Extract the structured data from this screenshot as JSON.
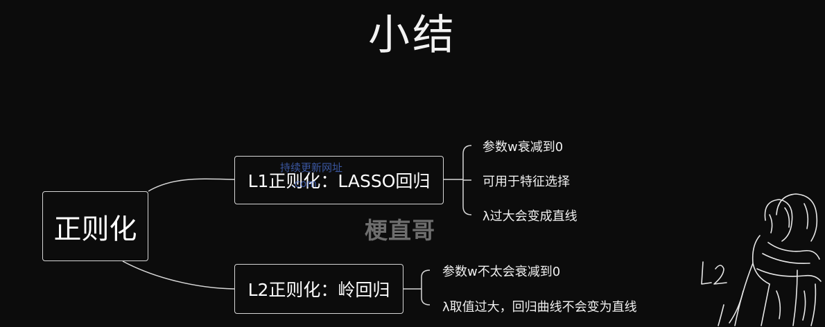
{
  "title": "小结",
  "root": {
    "label": "正则化"
  },
  "branches": [
    {
      "label": "L1正则化：LASSO回归",
      "points": [
        "参数w衰减到0",
        "可用于特征选择",
        "λ过大会变成直线"
      ]
    },
    {
      "label": "L2正则化：岭回归",
      "points": [
        "参数w不太会衰减到0",
        "λ取值过大，回归曲线不会变为直线"
      ]
    }
  ],
  "watermarks": {
    "overlay_line1": "持续更新网址",
    "overlay_line2": ".com",
    "author": "梗直哥"
  },
  "colors": {
    "background": "#0c0c0c",
    "text": "#ffffff",
    "line": "#d8d8d8",
    "watermark_blue": "#4a6fd0",
    "watermark_gray": "#6e6e6e"
  }
}
